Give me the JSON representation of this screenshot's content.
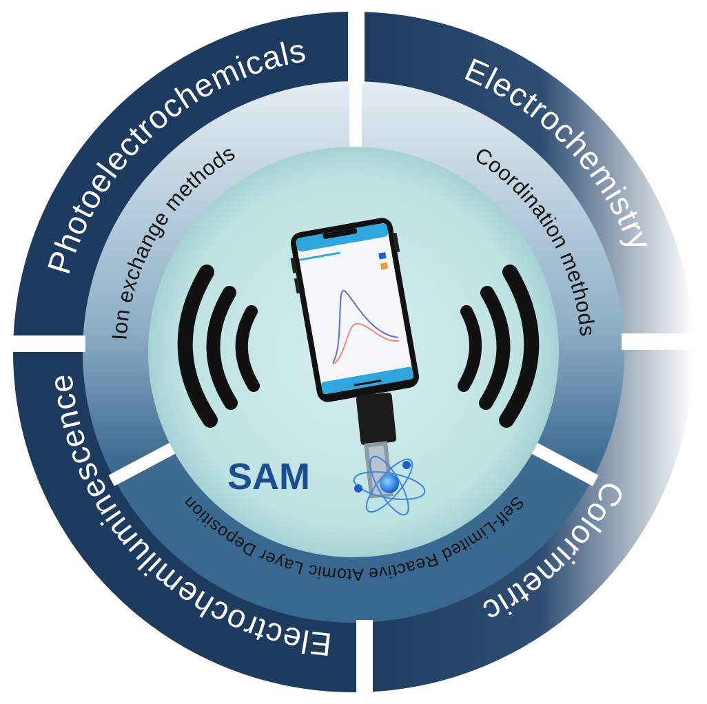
{
  "outer_ring": {
    "top_left": "Photoelectrochemicals",
    "top_right": "Electrochemistry",
    "bottom_right": "Colorimetric",
    "bottom_left": "Electrochemiluminescence"
  },
  "inner_ring": {
    "left": "Ion exchange methods",
    "right": "Coordination methods",
    "bottom": "Self-Limited Reactive Atomic Layer Deposition"
  },
  "center": {
    "title": "SAM"
  },
  "colors": {
    "navy": "#1d3a5f",
    "sam_blue": "#1c4e96",
    "center_fill": "#bfe3e3",
    "curve_blue": "#5a6fe0",
    "curve_red": "#f08878"
  }
}
